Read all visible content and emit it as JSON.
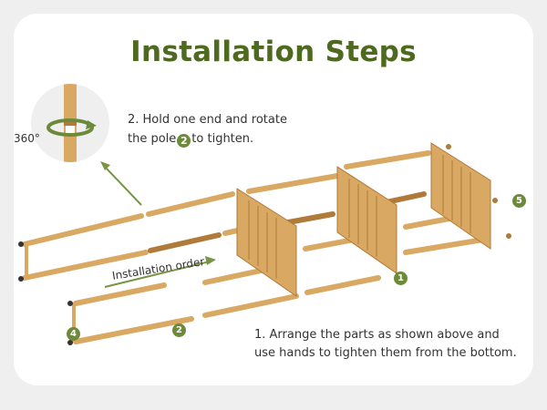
{
  "title": "Installation Steps",
  "colors": {
    "title": "#4e6a1f",
    "badge": "#6d8a3a",
    "wood": "#d9a863",
    "wood_dark": "#b07a3a",
    "arrow": "#7a9445"
  },
  "zoom_label": "360°",
  "step2": {
    "before": "2. Hold one end and rotate",
    "line2_before": "the pole",
    "badge": "2",
    "after": "to tighten."
  },
  "step1": {
    "line1": "1. Arrange the parts as shown above and",
    "line2": "use hands to tighten them from the bottom."
  },
  "installation_order": "Installation order",
  "badges": {
    "b1": "1",
    "b2": "2",
    "b4": "4",
    "b5": "5"
  },
  "icons": [
    "rotate-arrow-icon",
    "direction-arrow-icon"
  ]
}
